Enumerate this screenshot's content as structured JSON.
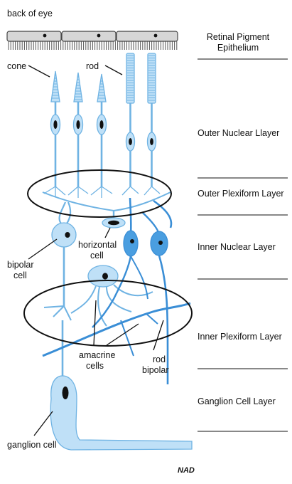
{
  "labels": {
    "back_of_eye": "back of eye",
    "cone": "cone",
    "rod": "rod",
    "horizontal_line1": "horizontal",
    "horizontal_line2": "cell",
    "bipolar_line1": "bipolar",
    "bipolar_line2": "cell",
    "amacrine_line1": "amacrine",
    "amacrine_line2": "cells",
    "rod_bipolar_line1": "rod",
    "rod_bipolar_line2": "bipolar",
    "ganglion": "ganglion cell"
  },
  "layers": [
    {
      "line1": "Retinal Pigment",
      "line2": "Epithelium"
    },
    {
      "line1": "Outer Nuclear Llayer"
    },
    {
      "line1": "Outer Plexiform Layer"
    },
    {
      "line1": "Inner Nuclear Layer"
    },
    {
      "line1": "Inner Plexiform Layer"
    },
    {
      "line1": "Ganglion Cell Layer"
    }
  ],
  "signature": "NAD",
  "colors": {
    "cell_fill": "#bfe0f7",
    "cell_stroke": "#6fb3e3",
    "rod_bipolar": "#4a9ee0",
    "epithelium_fill": "#d6d6d6",
    "nucleus": "#111111",
    "ellipse": "#111111"
  }
}
